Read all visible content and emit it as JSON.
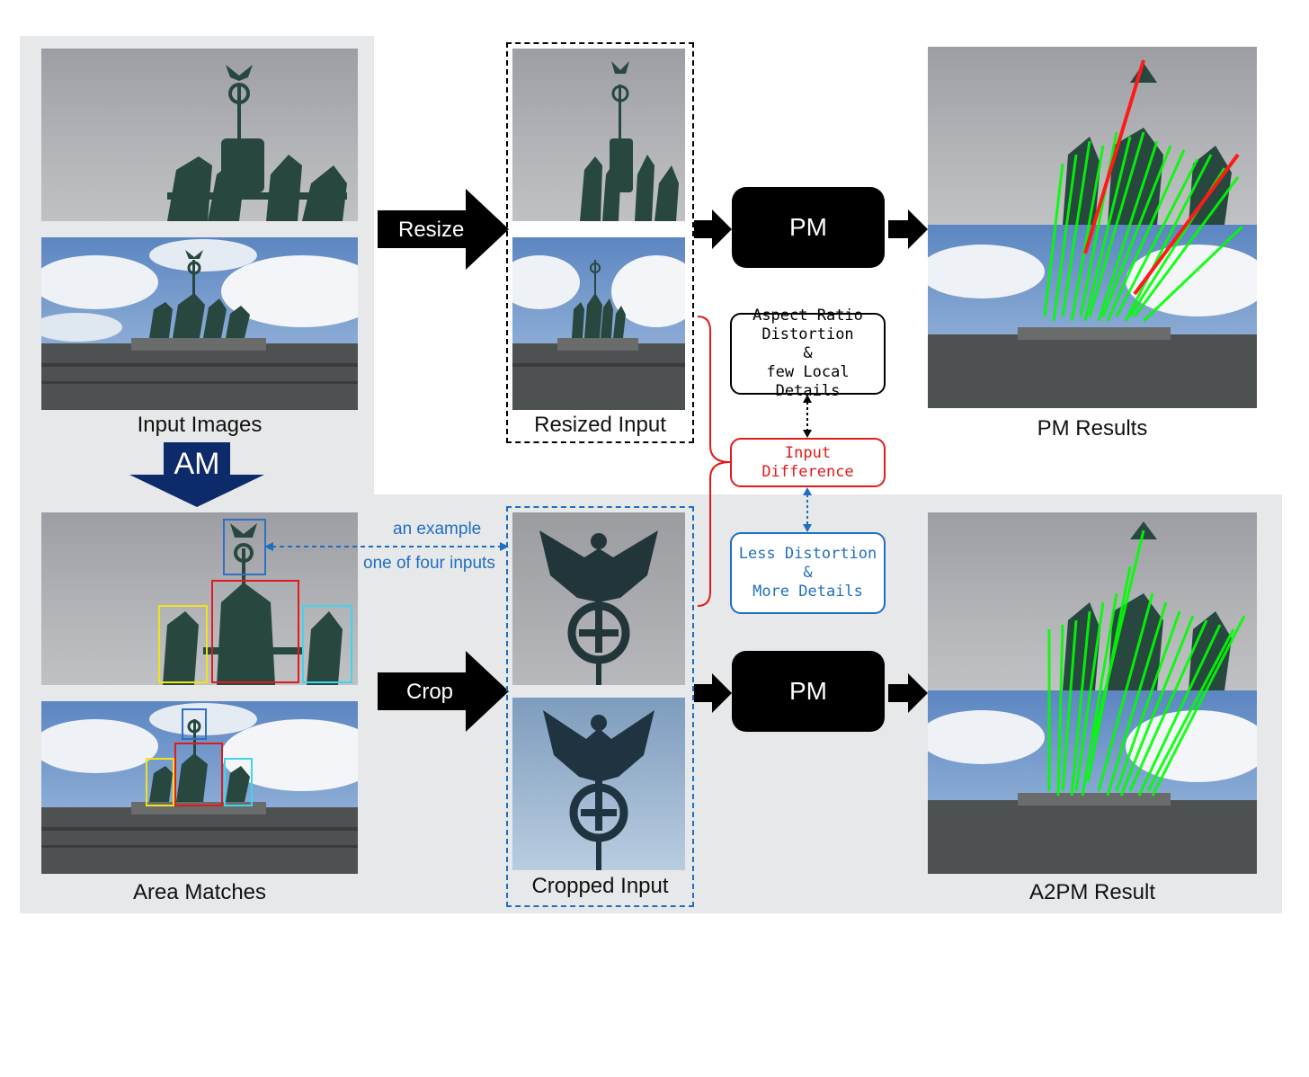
{
  "captions": {
    "input_images": "Input Images",
    "area_matches": "Area Matches",
    "resized_input": "Resized Input",
    "cropped_input": "Cropped Input",
    "pm_results": "PM Results",
    "a2pm_result": "A2PM Result"
  },
  "arrows": {
    "resize": "Resize",
    "crop": "Crop",
    "am": "AM"
  },
  "blocks": {
    "pm_top": "PM",
    "pm_bottom": "PM"
  },
  "notes": {
    "aspect": [
      "Aspect Ratio",
      "Distortion",
      "&",
      "few Local Details"
    ],
    "difference": [
      "Input",
      "Difference"
    ],
    "less": [
      "Less Distortion",
      "&",
      "More Details"
    ]
  },
  "example": {
    "line1": "an example",
    "line2": "one of four inputs"
  },
  "colors": {
    "panel": "#e7e8ea",
    "blue": "#1f6fbf",
    "red": "#e11a1a",
    "match_green": "#00ff00",
    "match_red": "#ff1a1a",
    "am_arrow": "#0d2a6b",
    "box_yellow": "#f2e21a",
    "box_cyan": "#3fd6ec",
    "box_blue": "#2f6fc4"
  },
  "icons": {
    "statue": "quadriga-statue-icon",
    "eagle": "eagle-wreath-icon"
  }
}
